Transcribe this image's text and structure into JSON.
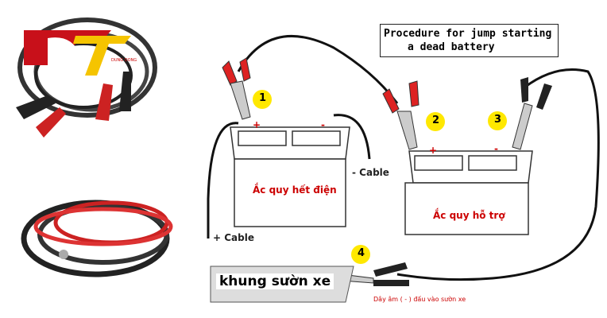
{
  "title": {
    "line1": "Procedure for jump starting",
    "line2": "a dead battery"
  },
  "batteries": {
    "dead": "Ắc quy hết điện",
    "helper": "Ắc quy hỗ trợ"
  },
  "cables": {
    "negative": "- Cable",
    "positive": "+ Cable"
  },
  "steps": [
    "1",
    "2",
    "3",
    "4"
  ],
  "terminals": {
    "plus": "+",
    "minus": "-"
  },
  "chassis_label": "khung sườn xe",
  "note": "Dây âm ( - ) đấu vào sườn xe",
  "logo": {
    "text": "DT"
  },
  "colors": {
    "red_clamp": "#d22",
    "black_clamp": "#222",
    "label_red": "#cc0000",
    "logo_red": "#c8101a",
    "logo_yellow": "#f5c400"
  }
}
